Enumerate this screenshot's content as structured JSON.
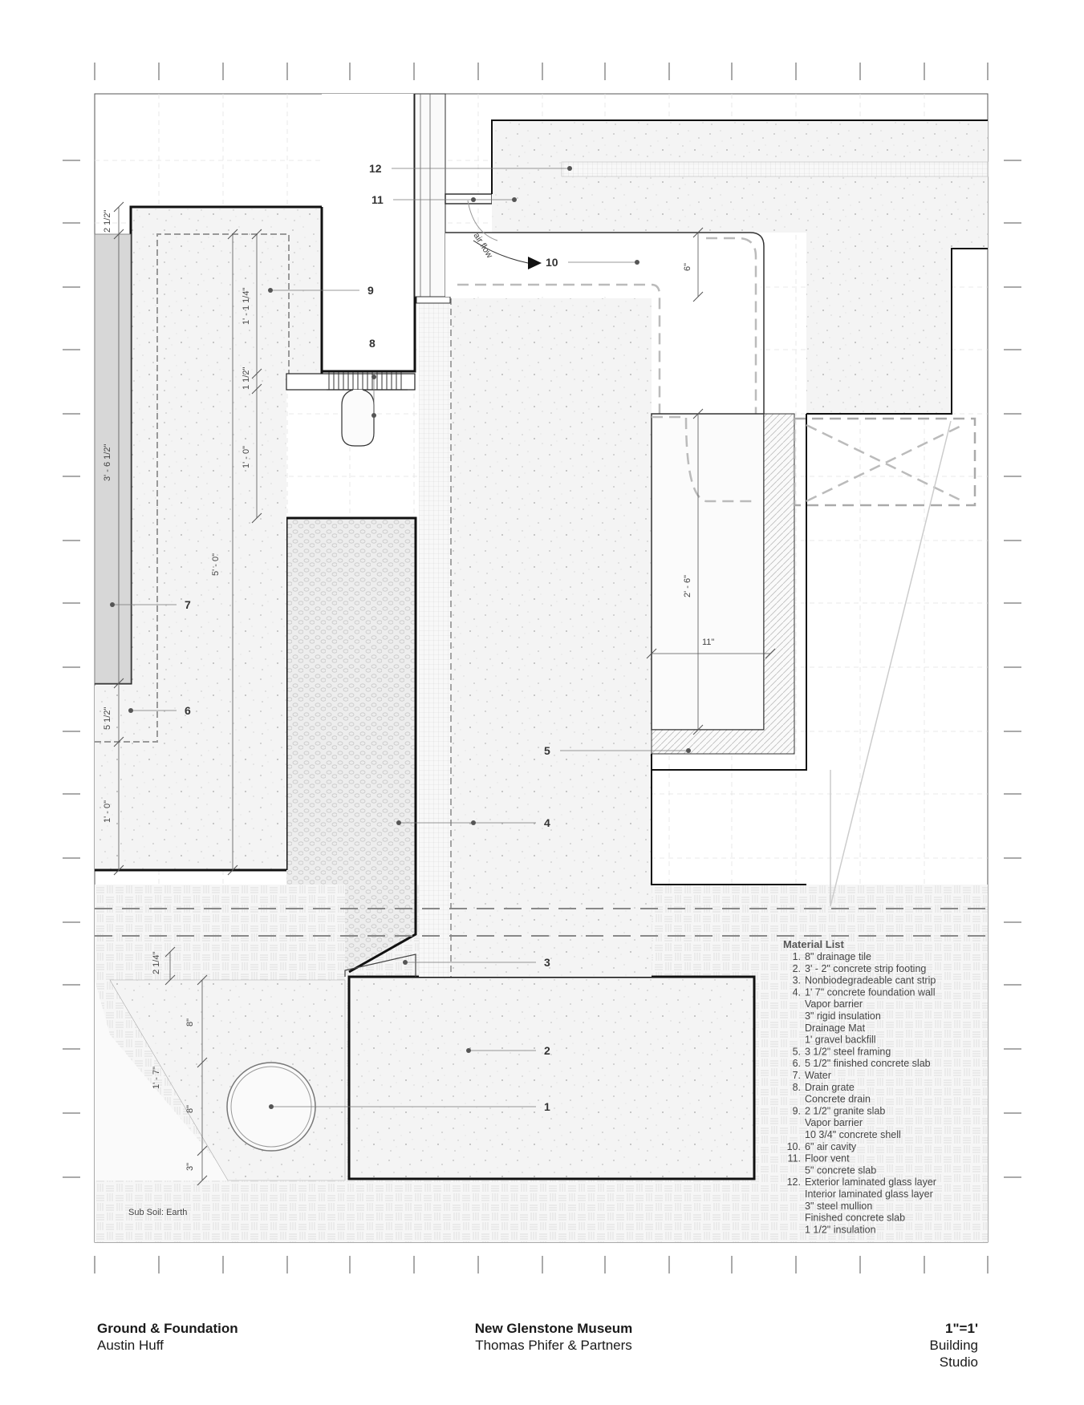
{
  "title_block": {
    "drawing_title": "Ground & Foundation",
    "author": "Austin Huff",
    "project": "New Glenstone Museum",
    "architect": "Thomas Phifer & Partners",
    "scale": "1\"=1'",
    "course_line1": "Building",
    "course_line2": "Studio"
  },
  "callouts": [
    "1",
    "2",
    "3",
    "4",
    "5",
    "6",
    "7",
    "8",
    "9",
    "10",
    "11",
    "12"
  ],
  "dimensions": {
    "d_2_1_2": "2 1/2\"",
    "d_3_6_1_2": "3' - 6 1/2\"",
    "d_1_1_1_4": "1' - 1 1/4\"",
    "d_1_1_2": "1 1/2\"",
    "d_1_0_a": "1' - 0\"",
    "d_5_0": "5' - 0\"",
    "d_5_1_2": "5 1/2\"",
    "d_1_0_b": "1' - 0\"",
    "d_6": "6\"",
    "d_2_6": "2' - 6\"",
    "d_11": "11\"",
    "d_2_1_4": "2 1/4\"",
    "d_8_a": "8\"",
    "d_1_7": "1' - 7\"",
    "d_8_b": "8\"",
    "d_3": "3\""
  },
  "annotations": {
    "air_flow": "air flow",
    "sub_soil": "Sub Soil: Earth"
  },
  "material_list": {
    "title": "Material List",
    "lines": [
      {
        "num": "1.",
        "text": "8\" drainage tile"
      },
      {
        "num": "2.",
        "text": "3' - 2\" concrete strip footing"
      },
      {
        "num": "3.",
        "text": "Nonbiodegradeable cant strip"
      },
      {
        "num": "4.",
        "text": "1' 7\" concrete foundation wall"
      },
      {
        "num": "",
        "text": "Vapor barrier"
      },
      {
        "num": "",
        "text": "3\" rigid insulation"
      },
      {
        "num": "",
        "text": "Drainage Mat"
      },
      {
        "num": "",
        "text": "1' gravel backfill"
      },
      {
        "num": "5.",
        "text": "3 1/2\" steel framing"
      },
      {
        "num": "6.",
        "text": "5 1/2\" finished concrete slab"
      },
      {
        "num": "7.",
        "text": "Water"
      },
      {
        "num": "8.",
        "text": "Drain grate"
      },
      {
        "num": "",
        "text": "Concrete drain"
      },
      {
        "num": "9.",
        "text": "2 1/2\" granite slab"
      },
      {
        "num": "",
        "text": "Vapor barrier"
      },
      {
        "num": "",
        "text": "10 3/4\" concrete shell"
      },
      {
        "num": "10.",
        "text": "6\" air cavity"
      },
      {
        "num": "11.",
        "text": "Floor vent"
      },
      {
        "num": "",
        "text": "5\" concrete slab"
      },
      {
        "num": "12.",
        "text": "Exterior laminated glass layer"
      },
      {
        "num": "",
        "text": "Interior laminated glass layer"
      },
      {
        "num": "",
        "text": "3\" steel mullion"
      },
      {
        "num": "",
        "text": "Finished concrete slab"
      },
      {
        "num": "",
        "text": "1 1/2\" insulation"
      }
    ]
  }
}
